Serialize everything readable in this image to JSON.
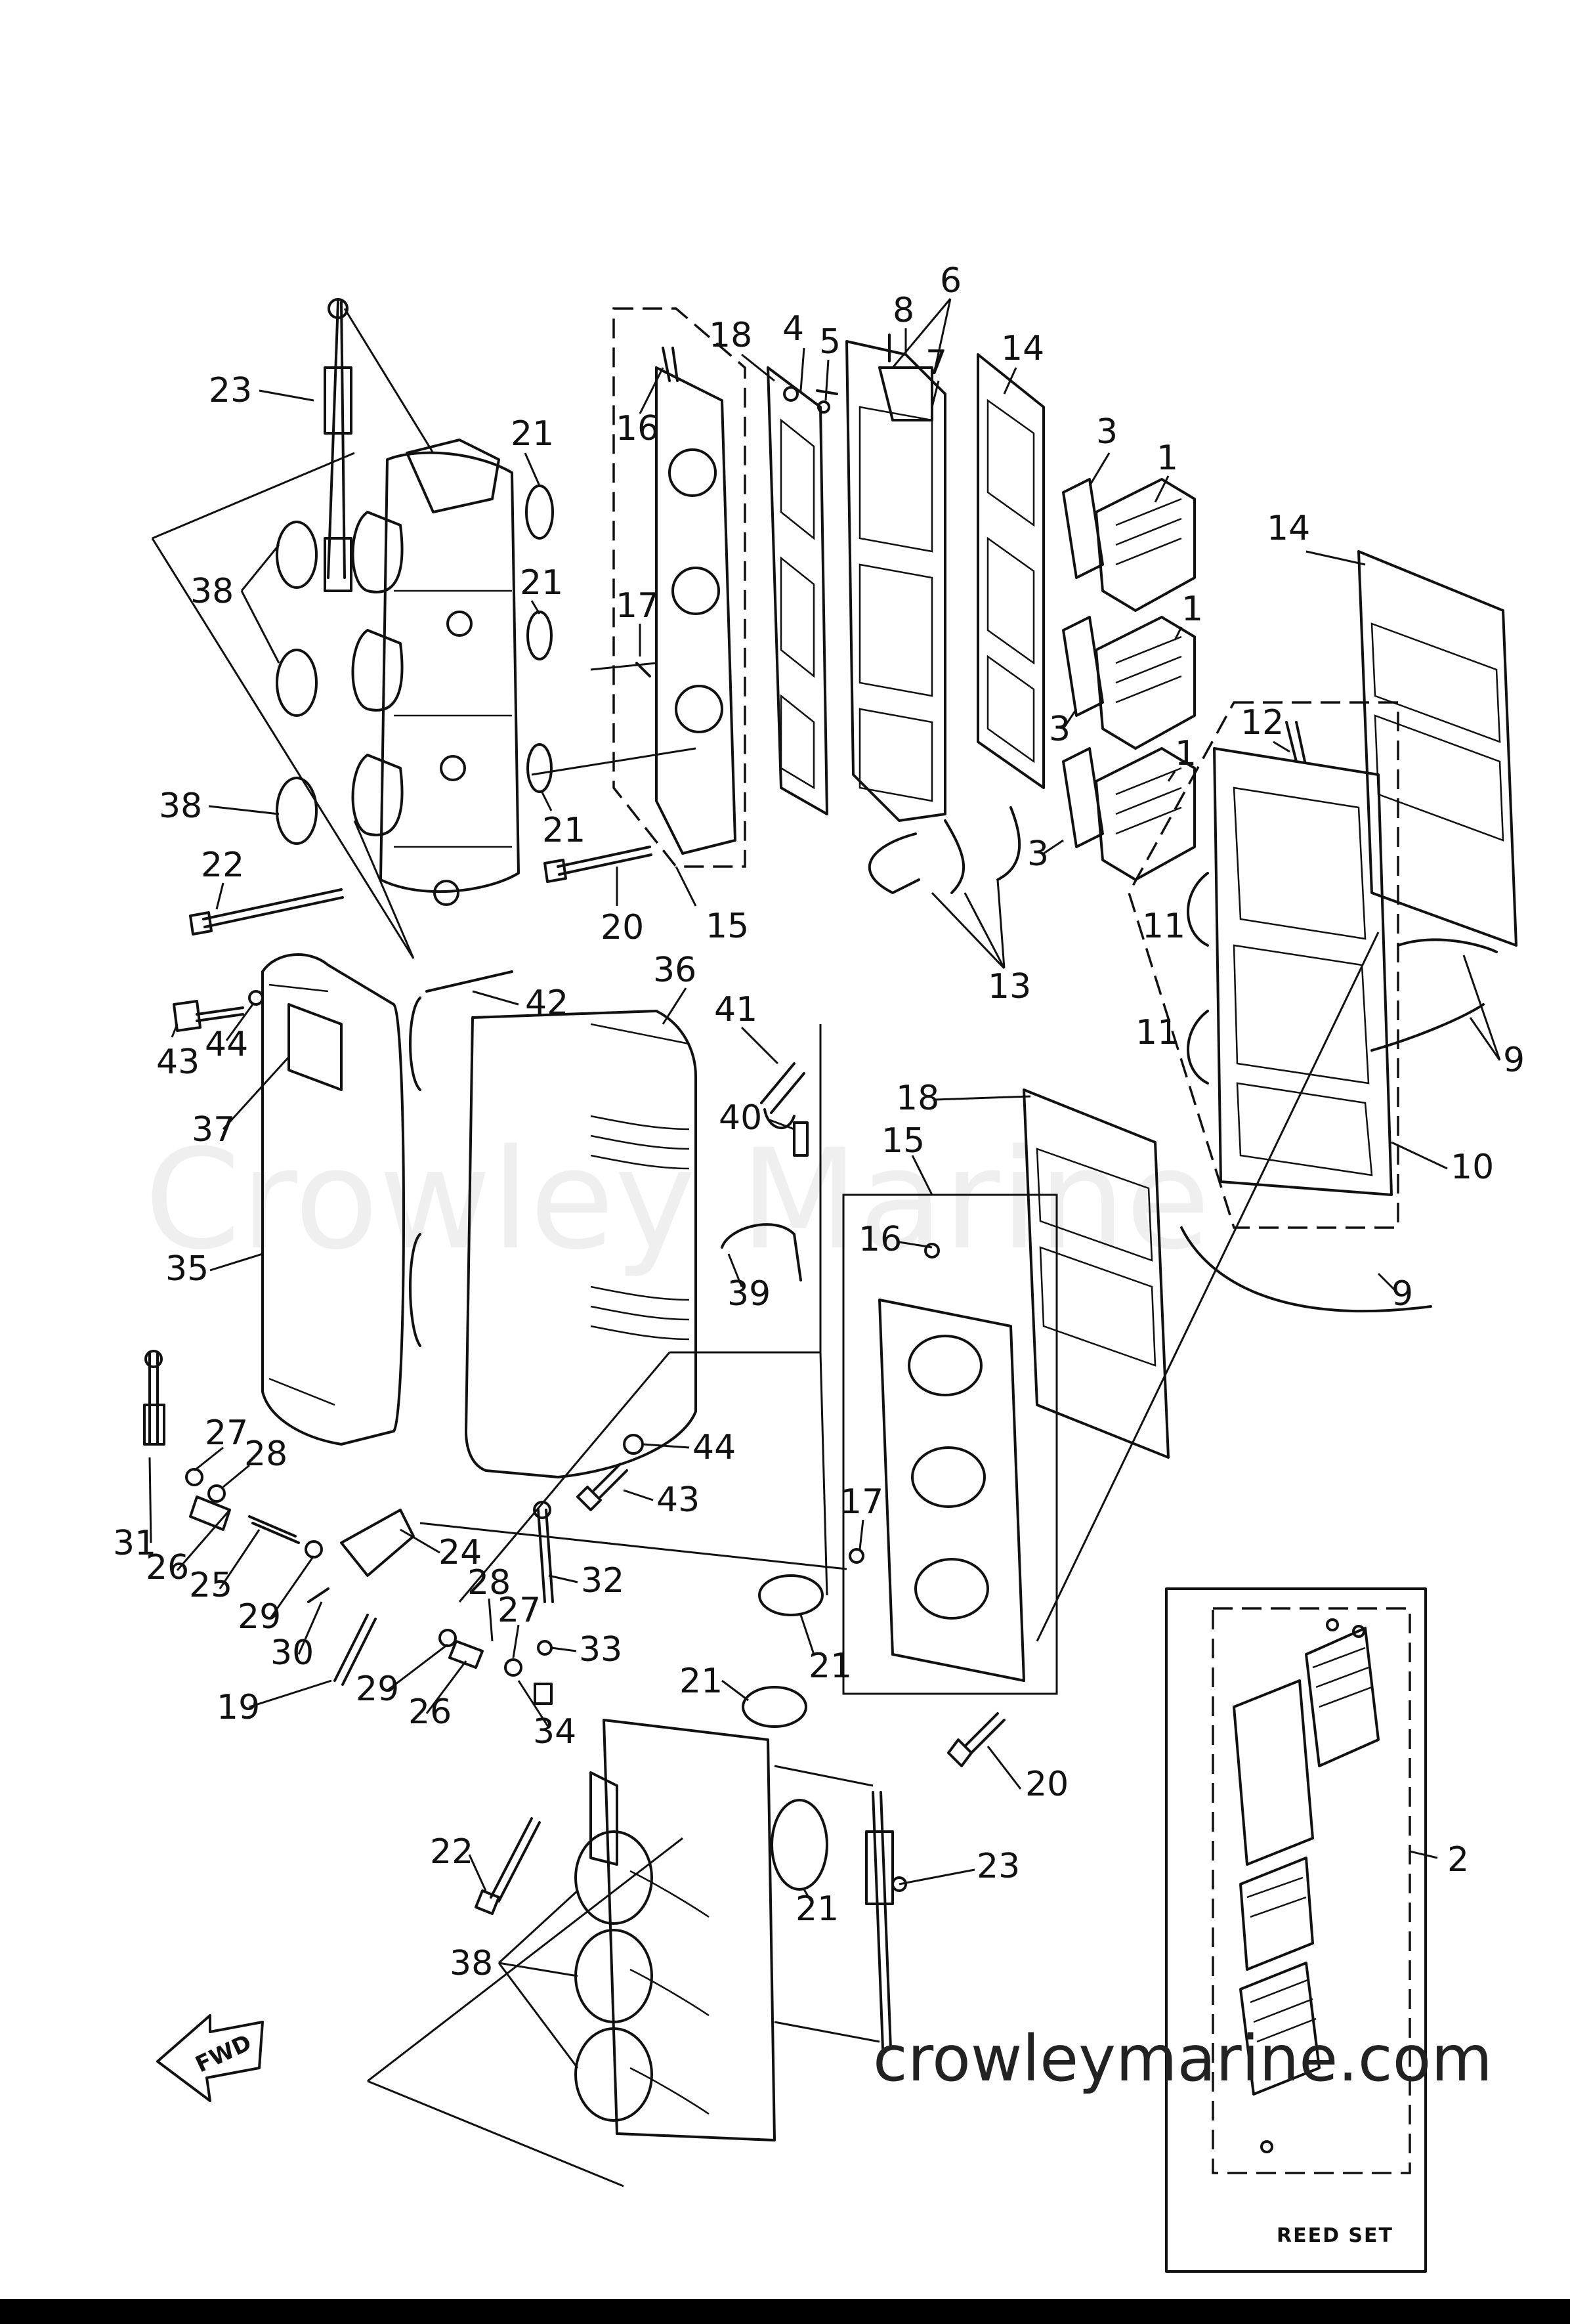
{
  "diagram": {
    "watermark": "Crowley Marine",
    "site_url": "crowleymarine.com",
    "reed_set_label": "REED SET",
    "fwd_label": "FWD"
  },
  "callouts": [
    {
      "id": "c23a",
      "text": "23"
    },
    {
      "id": "c21a",
      "text": "21"
    },
    {
      "id": "c38a",
      "text": "38"
    },
    {
      "id": "c21b",
      "text": "21"
    },
    {
      "id": "c38b",
      "text": "38"
    },
    {
      "id": "c21c",
      "text": "21"
    },
    {
      "id": "c22a",
      "text": "22"
    },
    {
      "id": "c20a",
      "text": "20"
    },
    {
      "id": "c16a",
      "text": "16"
    },
    {
      "id": "c17a",
      "text": "17"
    },
    {
      "id": "c18a",
      "text": "18"
    },
    {
      "id": "c15a",
      "text": "15"
    },
    {
      "id": "c4",
      "text": "4"
    },
    {
      "id": "c5",
      "text": "5"
    },
    {
      "id": "c8",
      "text": "8"
    },
    {
      "id": "c6",
      "text": "6"
    },
    {
      "id": "c7",
      "text": "7"
    },
    {
      "id": "c14a",
      "text": "14"
    },
    {
      "id": "c3a",
      "text": "3"
    },
    {
      "id": "c1a",
      "text": "1"
    },
    {
      "id": "c1b",
      "text": "1"
    },
    {
      "id": "c3b",
      "text": "3"
    },
    {
      "id": "c1c",
      "text": "1"
    },
    {
      "id": "c3c",
      "text": "3"
    },
    {
      "id": "c13",
      "text": "13"
    },
    {
      "id": "c14b",
      "text": "14"
    },
    {
      "id": "c12",
      "text": "12"
    },
    {
      "id": "c11a",
      "text": "11"
    },
    {
      "id": "c11b",
      "text": "11"
    },
    {
      "id": "c9a",
      "text": "9"
    },
    {
      "id": "c10",
      "text": "10"
    },
    {
      "id": "c9b",
      "text": "9"
    },
    {
      "id": "c42",
      "text": "42"
    },
    {
      "id": "c36",
      "text": "36"
    },
    {
      "id": "c41",
      "text": "41"
    },
    {
      "id": "c40",
      "text": "40"
    },
    {
      "id": "c39",
      "text": "39"
    },
    {
      "id": "c43a",
      "text": "43"
    },
    {
      "id": "c44a",
      "text": "44"
    },
    {
      "id": "c37",
      "text": "37"
    },
    {
      "id": "c35",
      "text": "35"
    },
    {
      "id": "c18b",
      "text": "18"
    },
    {
      "id": "c15b",
      "text": "15"
    },
    {
      "id": "c16b",
      "text": "16"
    },
    {
      "id": "c17b",
      "text": "17"
    },
    {
      "id": "c44b",
      "text": "44"
    },
    {
      "id": "c43b",
      "text": "43"
    },
    {
      "id": "c27a",
      "text": "27"
    },
    {
      "id": "c28a",
      "text": "28"
    },
    {
      "id": "c31",
      "text": "31"
    },
    {
      "id": "c26a",
      "text": "26"
    },
    {
      "id": "c25",
      "text": "25"
    },
    {
      "id": "c24",
      "text": "24"
    },
    {
      "id": "c32",
      "text": "32"
    },
    {
      "id": "c28b",
      "text": "28"
    },
    {
      "id": "c27b",
      "text": "27"
    },
    {
      "id": "c29a",
      "text": "29"
    },
    {
      "id": "c30",
      "text": "30"
    },
    {
      "id": "c33",
      "text": "33"
    },
    {
      "id": "c21d",
      "text": "21"
    },
    {
      "id": "c21e",
      "text": "21"
    },
    {
      "id": "c19",
      "text": "19"
    },
    {
      "id": "c29b",
      "text": "29"
    },
    {
      "id": "c26b",
      "text": "26"
    },
    {
      "id": "c34",
      "text": "34"
    },
    {
      "id": "c20b",
      "text": "20"
    },
    {
      "id": "c2",
      "text": "2"
    },
    {
      "id": "c22b",
      "text": "22"
    },
    {
      "id": "c23b",
      "text": "23"
    },
    {
      "id": "c21f",
      "text": "21"
    },
    {
      "id": "c38c",
      "text": "38"
    }
  ]
}
